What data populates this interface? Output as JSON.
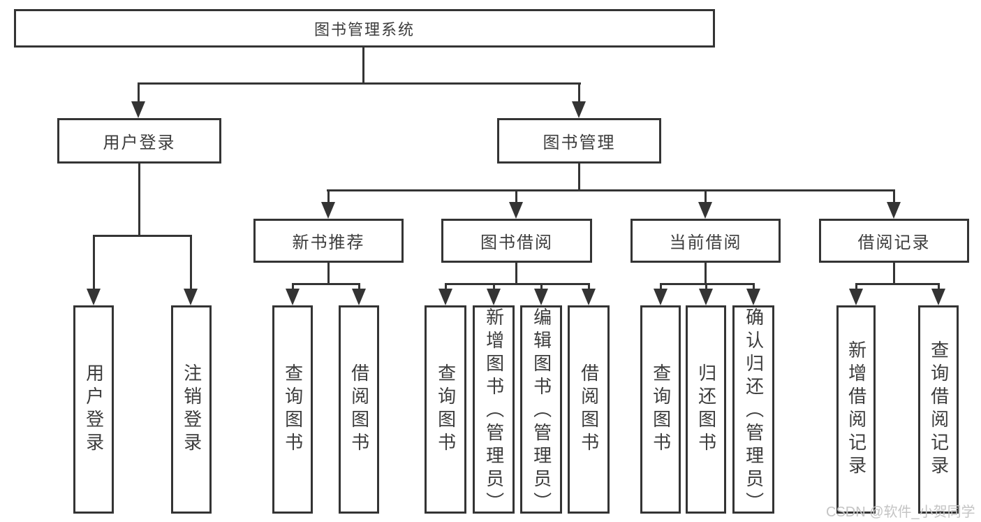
{
  "title": {
    "label": "图书管理系统"
  },
  "level2": [
    {
      "label": "用户登录"
    },
    {
      "label": "图书管理"
    }
  ],
  "level3": [
    {
      "label": "新书推荐"
    },
    {
      "label": "图书借阅"
    },
    {
      "label": "当前借阅"
    },
    {
      "label": "借阅记录"
    }
  ],
  "leaves": [
    {
      "label": "用户登录"
    },
    {
      "label": "注销登录"
    },
    {
      "label": "查询图书"
    },
    {
      "label": "借阅图书"
    },
    {
      "label": "查询图书"
    },
    {
      "label": "新增图书（管理员）"
    },
    {
      "label": "编辑图书（管理员）"
    },
    {
      "label": "借阅图书"
    },
    {
      "label": "查询图书"
    },
    {
      "label": "归还图书"
    },
    {
      "label": "确认归还（管理员）"
    },
    {
      "label": "新增借阅记录"
    },
    {
      "label": "查询借阅记录"
    }
  ],
  "watermark": {
    "text": "CSDN @软件_小贺同学"
  },
  "colors": {
    "line": "#343434",
    "text": "#3c3c3c",
    "box_fill": "#ffffff",
    "background": "#ffffff",
    "watermark": "#c4c4c4"
  }
}
